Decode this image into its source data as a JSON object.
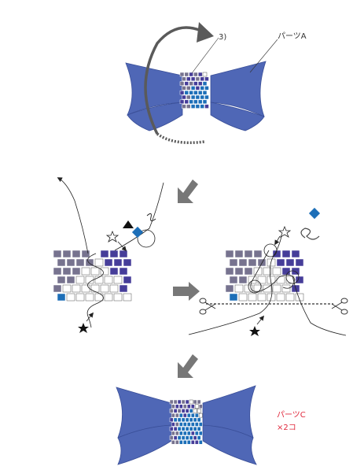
{
  "labels": {
    "step_number": "3)",
    "part_a": "パーツA",
    "part_c_line1": "パーツC",
    "part_c_line2": "×2コ"
  },
  "colors": {
    "bow": "#4f67b6",
    "bow_edge": "#3a4f98",
    "bead_gray": "#77738f",
    "bead_purple": "#463d99",
    "bead_blue": "#1d6fb8",
    "bead_white": "#ffffff",
    "thread": "#222222",
    "arrow": "#7a7a7a",
    "accent_red": "#e0283c"
  },
  "icons": {
    "open_star": "open-star-icon",
    "filled_star": "filled-star-icon",
    "triangle": "triangle-marker-icon",
    "scissors": "scissors-icon",
    "bead": "blue-bead-icon",
    "break_mark": "thread-break-icon"
  }
}
